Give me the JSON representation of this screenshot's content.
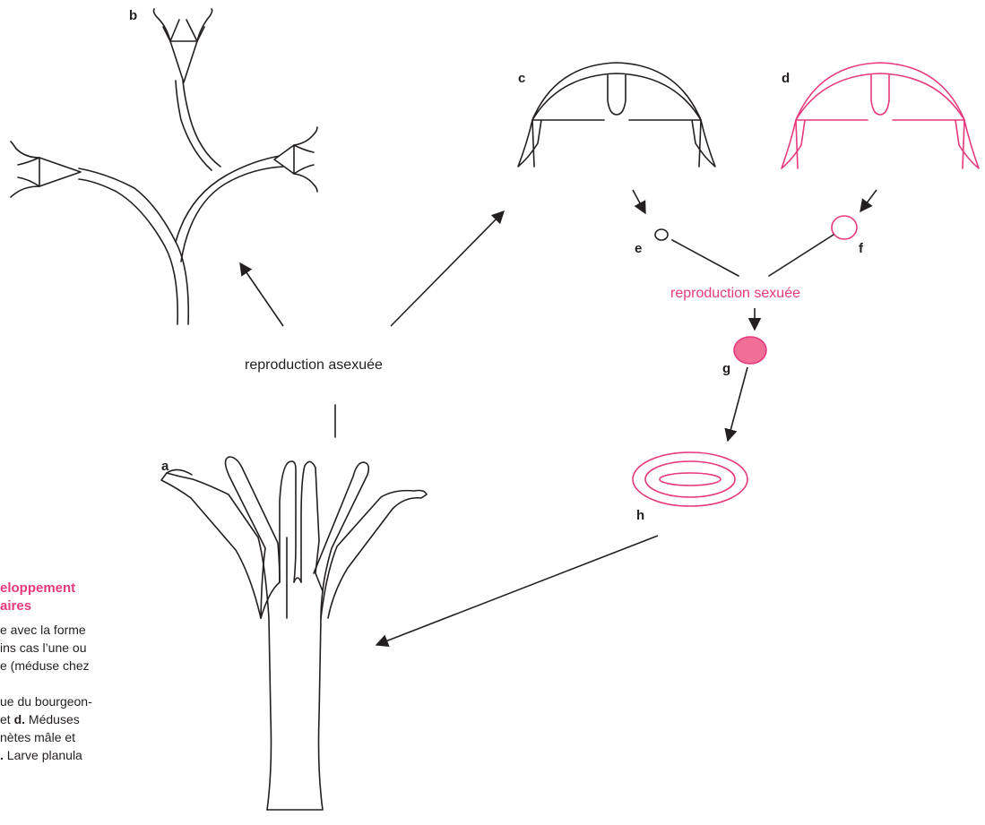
{
  "diagram": {
    "labels": {
      "a": "a",
      "b": "b",
      "c": "c",
      "d": "d",
      "e": "e",
      "f": "f",
      "g": "g",
      "h": "h"
    },
    "asexual_label": "reproduction asexuée",
    "sexual_label": "reproduction sexuée",
    "colors": {
      "ink": "#231f20",
      "accent": "#e6397e",
      "accent_fill": "#ef6f97"
    }
  },
  "caption": {
    "title_lines": [
      "eloppement",
      "aires"
    ],
    "lines": [
      [
        "e avec la forme"
      ],
      [
        "ins cas l’une ou"
      ],
      [
        "e (méduse chez"
      ],
      [
        ""
      ],
      [
        "ue du bourgeon-"
      ],
      [
        "et ",
        "d.",
        " Méduses"
      ],
      [
        "nètes mâle et"
      ],
      [
        "",
        ".",
        " Larve planula"
      ]
    ]
  }
}
